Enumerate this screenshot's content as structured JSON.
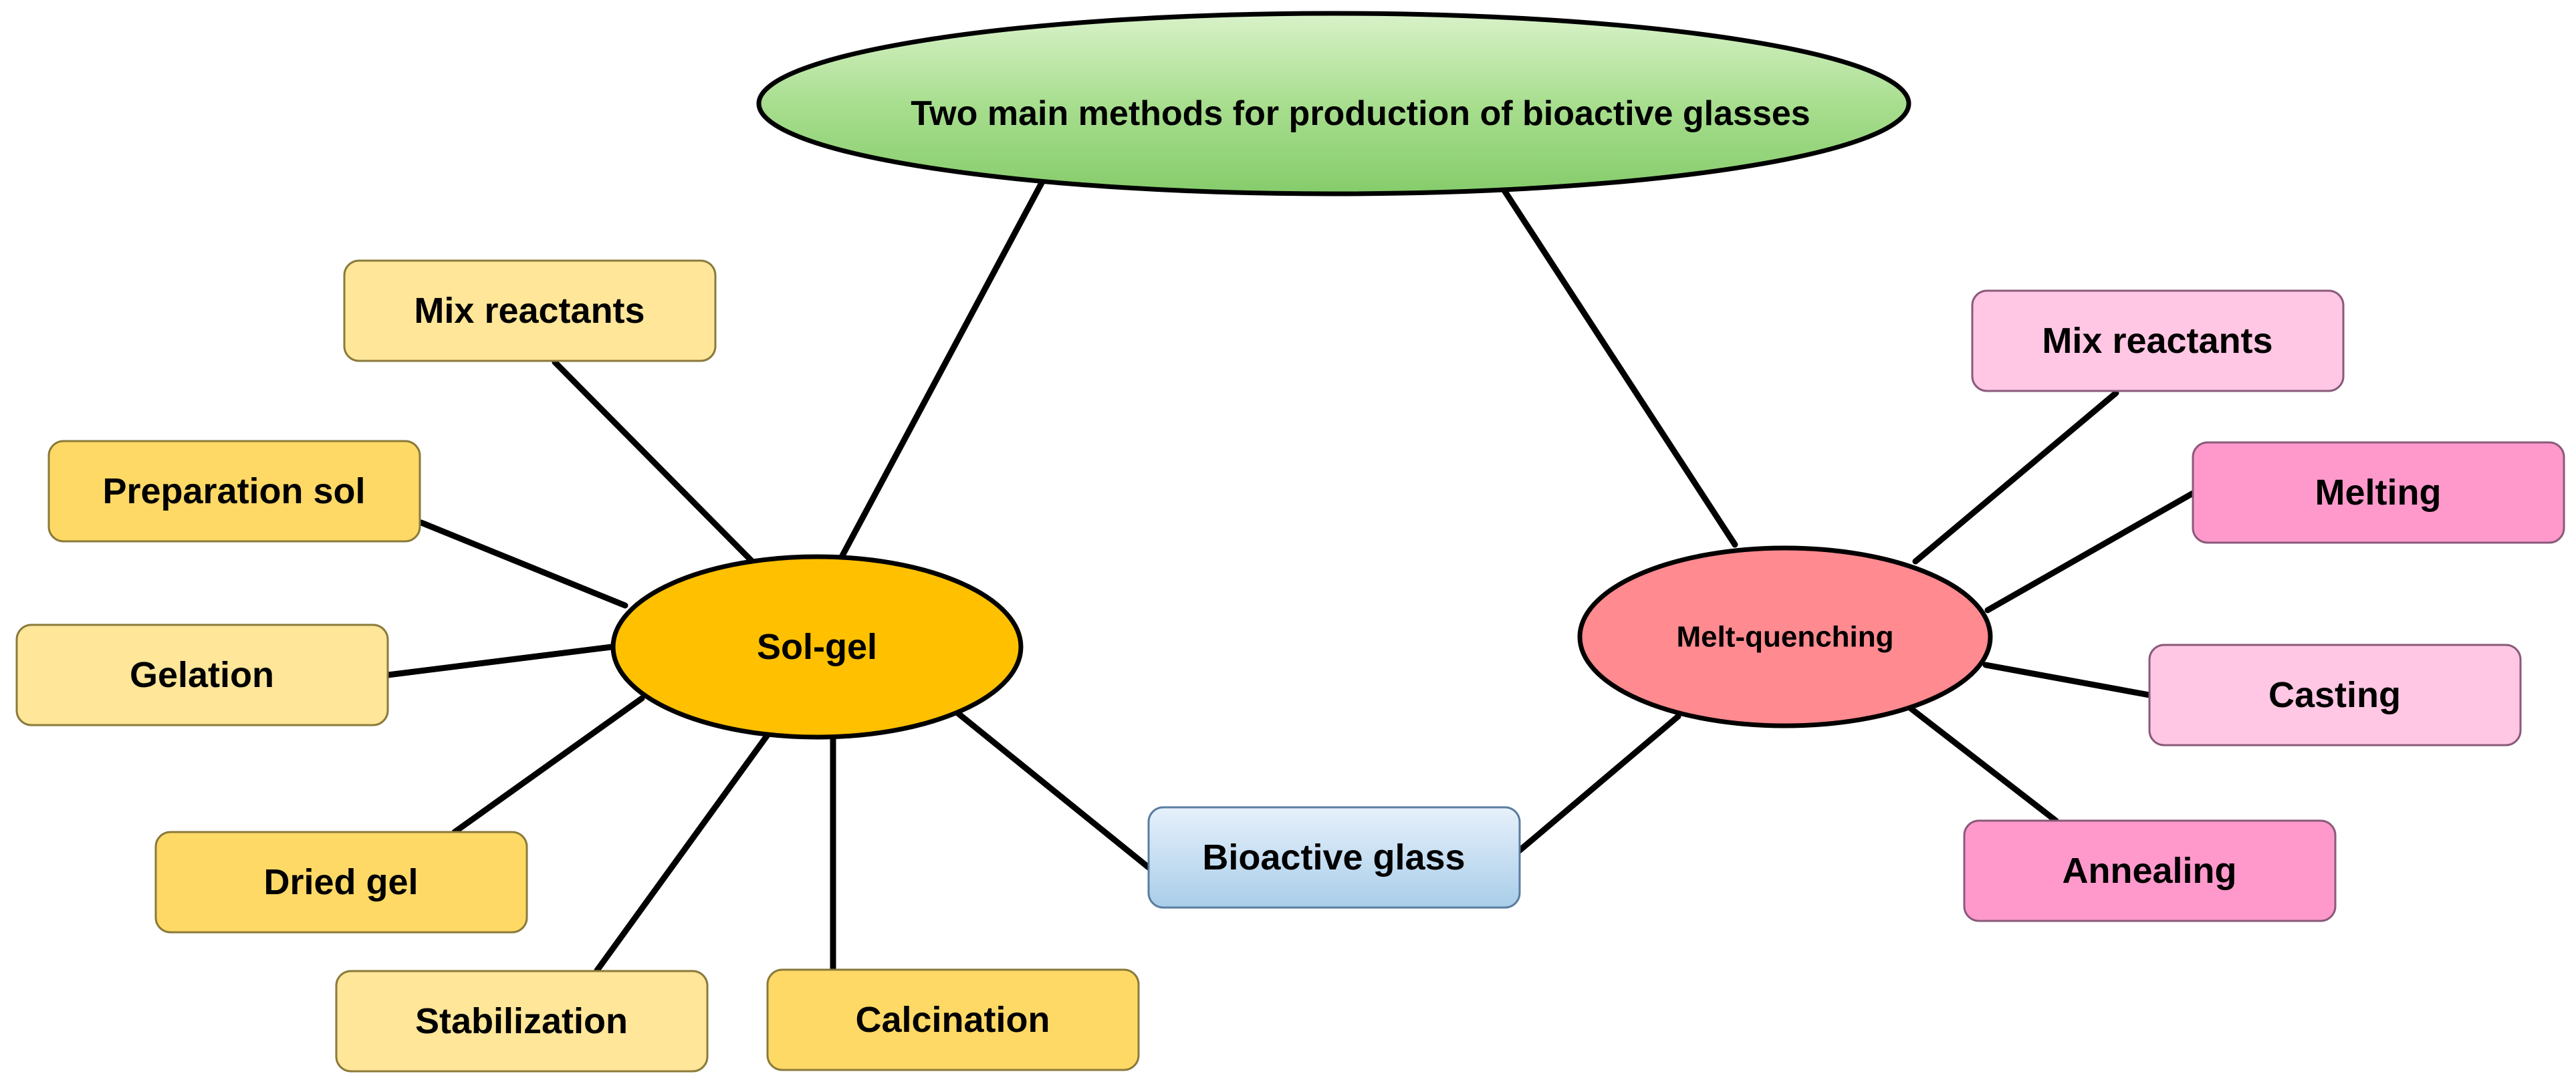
{
  "title": "Two main methods for production of bioactive glasses",
  "colors": {
    "title_fill": "#97d67e",
    "solgel_fill": "#ffc000",
    "melt_fill": "#ff8a90",
    "yellow_light": "#ffe699",
    "yellow_dark": "#ffd966",
    "pink_light": "#ffc7e3",
    "pink_dark": "#ff99cc",
    "blue": "#bdd7ee"
  },
  "methods": {
    "solgel": {
      "label": "Sol-gel",
      "steps": [
        "Mix reactants",
        "Preparation sol",
        "Gelation",
        "Dried gel",
        "Stabilization",
        "Calcination"
      ]
    },
    "melt": {
      "label": "Melt-quenching",
      "steps": [
        "Mix reactants",
        "Melting",
        "Casting",
        "Annealing"
      ]
    }
  },
  "product": "Bioactive glass"
}
